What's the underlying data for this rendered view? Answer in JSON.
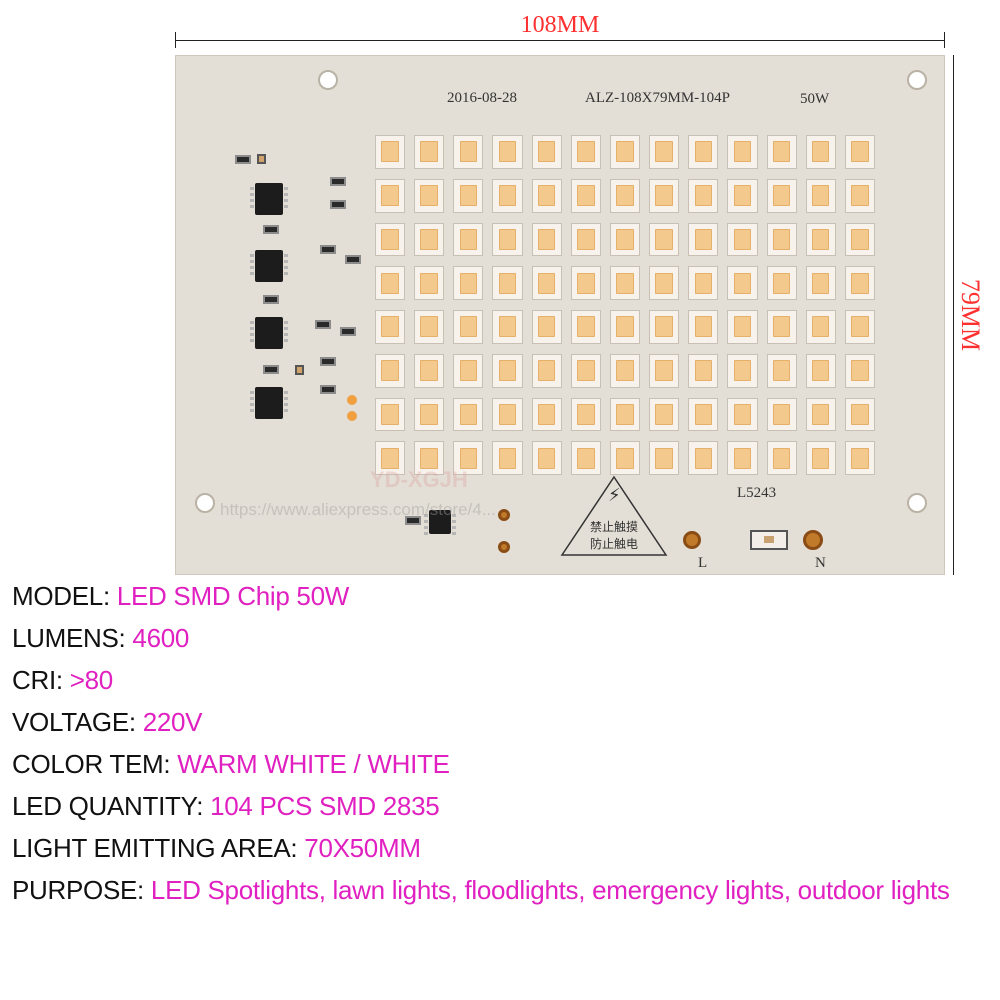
{
  "dimensions": {
    "width_label": "108MM",
    "height_label": "79MM"
  },
  "board": {
    "date": "2016-08-28",
    "model_code": "ALZ-108X79MM-104P",
    "power": "50W",
    "code": "L5243",
    "warning_line1": "禁止触摸",
    "warning_line2": "防止触电",
    "terminal_l": "L",
    "terminal_n": "N",
    "watermark": "YD-XGJH",
    "watermark_url": "https://www.aliexpress.com/store/4..."
  },
  "specs": [
    {
      "label": "MODEL: ",
      "value": "LED SMD Chip 50W"
    },
    {
      "label": "LUMENS: ",
      "value": "4600"
    },
    {
      "label": "CRI: ",
      "value": ">80"
    },
    {
      "label": "VOLTAGE: ",
      "value": "220V"
    },
    {
      "label": "COLOR TEM: ",
      "value": "WARM WHITE / WHITE"
    },
    {
      "label": "LED QUANTITY: ",
      "value": "104 PCS SMD 2835"
    },
    {
      "label": "LIGHT EMITTING AREA: ",
      "value": "70X50MM"
    },
    {
      "label": "PURPOSE: ",
      "value": "LED Spotlights, lawn lights, floodlights, emergency lights, outdoor lights"
    }
  ],
  "colors": {
    "label": "#111111",
    "value": "#e020c0",
    "dimension": "#ff3030",
    "led": "#f3c98d"
  }
}
